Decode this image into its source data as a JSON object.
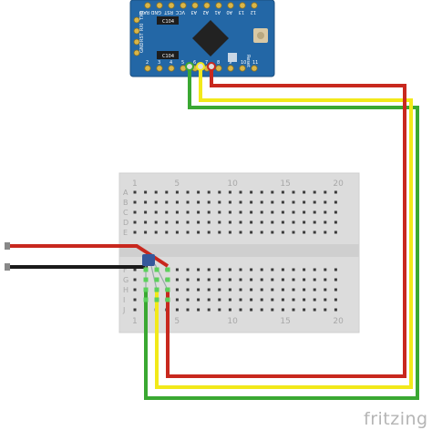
{
  "board": {
    "chip_top": "C104",
    "chip_bottom": "C104",
    "reset": "Reset",
    "pins_top": [
      "RAW",
      "GND",
      "RST",
      "VCC",
      "A3",
      "A2",
      "A1",
      "A0",
      "13",
      "12"
    ],
    "pins_left": [
      "TXO",
      "RXI",
      "RST",
      "GND"
    ],
    "pins_bottom": [
      "2",
      "3",
      "4",
      "5",
      "6",
      "7",
      "8",
      "9",
      "10",
      "11"
    ]
  },
  "breadboard": {
    "column_numbers": [
      "1",
      "5",
      "10",
      "15",
      "20"
    ],
    "rows_top": [
      "A",
      "B",
      "C",
      "D",
      "E"
    ],
    "rows_bottom": [
      "F",
      "G",
      "H",
      "I",
      "J"
    ]
  },
  "wires": {
    "red": "#c8281e",
    "yellow": "#f2e91a",
    "green": "#3aa832",
    "black": "#1a1a1a"
  },
  "brand": "fritzing"
}
